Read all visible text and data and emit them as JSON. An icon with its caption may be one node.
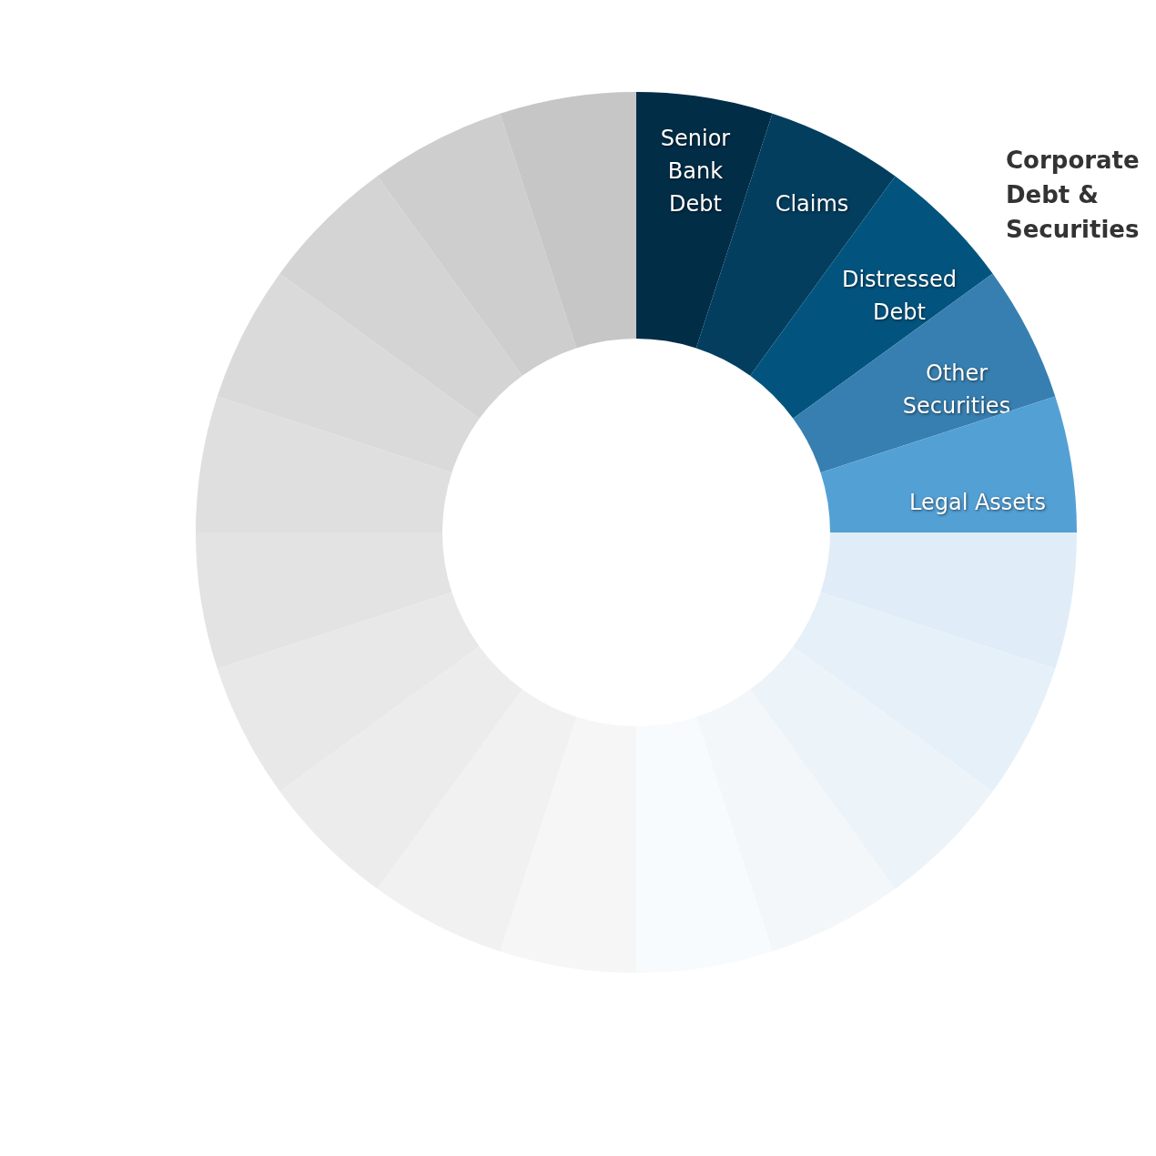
{
  "diagram": {
    "nodes": [
      {
        "text": [
          "Senior Bank Debt"
        ]
      },
      {
        "text": [
          "Claims"
        ]
      },
      {
        "text": [
          "Distressed Debt"
        ]
      },
      {
        "text": [
          "Other Securities"
        ]
      },
      {
        "text": [
          "Legal Assets"
        ]
      },
      {
        "text": [],
        "shape": "wedge"
      },
      {
        "text": [],
        "shape": "wedge"
      },
      {
        "text": [],
        "shape": "wedge"
      },
      {
        "text": [],
        "shape": "wedge"
      },
      {
        "text": [],
        "shape": "wedge"
      },
      {
        "text": [],
        "shape": "wedge"
      },
      {
        "text": [],
        "shape": "wedge"
      },
      {
        "text": [],
        "shape": "wedge"
      },
      {
        "text": [],
        "shape": "wedge"
      },
      {
        "text": [],
        "shape": "wedge"
      },
      {
        "text": [],
        "shape": "wedge"
      },
      {
        "text": [],
        "shape": "wedge"
      },
      {
        "text": [],
        "shape": "wedge"
      },
      {
        "text": [],
        "shape": "wedge"
      },
      {
        "text": [],
        "shape": "wedge"
      }
    ],
    "labels": [
      "Corporate Debt & Securities"
    ]
  }
}
